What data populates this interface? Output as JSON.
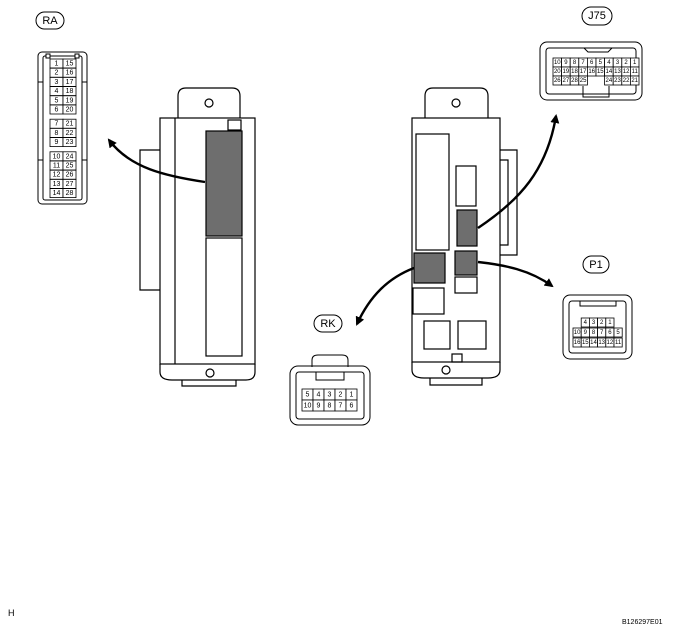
{
  "connectors": {
    "ra": {
      "label": "RA",
      "pins_left": [
        "1",
        "2",
        "3",
        "4",
        "5",
        "6",
        "7",
        "8",
        "9",
        "10",
        "11",
        "12",
        "13",
        "14"
      ],
      "pins_right": [
        "15",
        "16",
        "17",
        "18",
        "19",
        "20",
        "21",
        "22",
        "23",
        "24",
        "25",
        "26",
        "27",
        "28"
      ]
    },
    "j75": {
      "label": "J75",
      "row1": [
        "10",
        "9",
        "8",
        "7",
        "6",
        "5",
        "4",
        "3",
        "2",
        "1"
      ],
      "row2": [
        "20",
        "19",
        "18",
        "17",
        "16",
        "15",
        "14",
        "13",
        "12",
        "11"
      ],
      "row3_left": [
        "26",
        "27",
        "28",
        "25"
      ],
      "row3_right": [
        "24",
        "23",
        "22",
        "21"
      ]
    },
    "p1": {
      "label": "P1",
      "row1": [
        "4",
        "3",
        "2",
        "1"
      ],
      "row2": [
        "10",
        "9",
        "8",
        "7",
        "6",
        "5"
      ],
      "row3": [
        "16",
        "15",
        "14",
        "13",
        "12",
        "11"
      ]
    },
    "rk": {
      "label": "RK",
      "row1": [
        "5",
        "4",
        "3",
        "2",
        "1"
      ],
      "row2": [
        "10",
        "9",
        "8",
        "7",
        "6"
      ]
    }
  },
  "footer": {
    "left_code": "H",
    "right_code": "B126297E01"
  },
  "colors": {
    "line": "#000000",
    "shaded": "#6e6e6e",
    "background": "#ffffff"
  }
}
